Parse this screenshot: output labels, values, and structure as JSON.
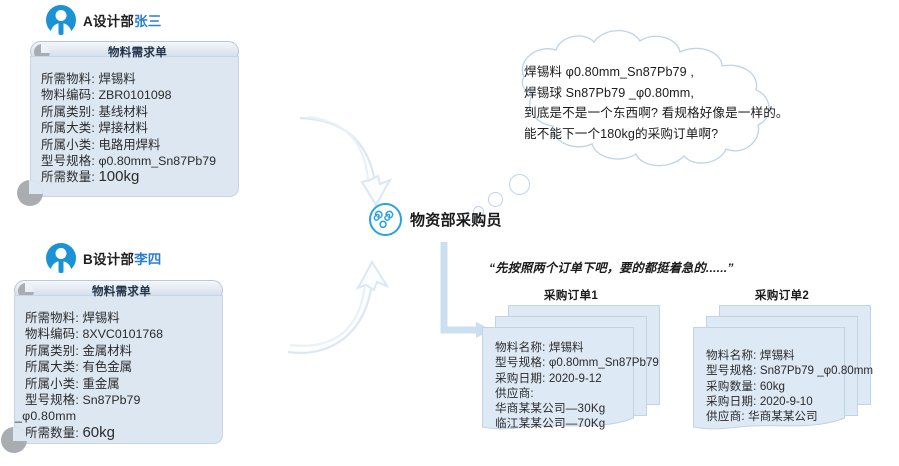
{
  "people": [
    {
      "id": "a",
      "dept": "A设计部",
      "name": "张三",
      "card": {
        "title": "物料需求单",
        "rows": [
          {
            "k": "所需物料:",
            "v": "焊锡料"
          },
          {
            "k": "物料编码:",
            "v": "ZBR0101098"
          },
          {
            "k": "所属类别:",
            "v": "基线材料"
          },
          {
            "k": "所属大类:",
            "v": "焊接材料"
          },
          {
            "k": "所属小类:",
            "v": "电路用焊料"
          },
          {
            "k": "型号规格:",
            "v": "φ0.80mm_Sn87Pb79"
          },
          {
            "k": "所需数量:",
            "v": "100kg"
          }
        ]
      }
    },
    {
      "id": "b",
      "dept": "B设计部",
      "name": "李四",
      "card": {
        "title": "物料需求单",
        "rows": [
          {
            "k": "所需物料:",
            "v": "焊锡料"
          },
          {
            "k": "物料编码:",
            "v": "8XVC0101768"
          },
          {
            "k": "所属类别:",
            "v": "金属材料"
          },
          {
            "k": "所属大类:",
            "v": "有色金属"
          },
          {
            "k": "所属小类:",
            "v": "重金属"
          },
          {
            "k": "型号规格:",
            "v": "Sn87Pb79"
          },
          {
            "k": "_φ0.80mm",
            "v": ""
          },
          {
            "k": "所需数量:",
            "v": "60kg"
          }
        ]
      }
    }
  ],
  "cloud": {
    "lines": [
      "焊锡料 φ0.80mm_Sn87Pb79 ,",
      "焊锡球 Sn87Pb79 _φ0.80mm,",
      "到底是不是一个东西啊? 看规格好像是一样的。",
      "能不能下一个180kg的采购订单啊?"
    ]
  },
  "buyer": {
    "name": "物资部采购员",
    "face_icon": "dizzy-face-icon",
    "quote": "“先按照两个订单下吧，要的都挺着急的......”"
  },
  "orders": [
    {
      "title": "采购订单1",
      "rows": [
        {
          "k": "物料名称:",
          "v": "焊锡料"
        },
        {
          "k": "型号规格:",
          "v": "φ0.80mm_Sn87Pb79"
        },
        {
          "k": "采购日期:",
          "v": "2020-9-12"
        },
        {
          "k": "供应商:",
          "v": ""
        },
        {
          "k": "华商某某公司—30Kg",
          "v": ""
        },
        {
          "k": "临江某某公司—70Kg",
          "v": ""
        }
      ]
    },
    {
      "title": "采购订单2",
      "rows": [
        {
          "k": "物料名称:",
          "v": "焊锡料"
        },
        {
          "k": "型号规格:",
          "v": "Sn87Pb79 _φ0.80mm"
        },
        {
          "k": "采购数量:",
          "v": "60kg"
        },
        {
          "k": "采购日期:",
          "v": "2020-9-10"
        },
        {
          "k": "供应商:",
          "v": "华商某某公司"
        }
      ]
    }
  ],
  "colors": {
    "accent": "#29a3e0",
    "card_bg": "#dce7f2",
    "card_border": "#c6d6e6",
    "arrow": "#cfe0ef",
    "name_blue": "#2a7fd4"
  }
}
